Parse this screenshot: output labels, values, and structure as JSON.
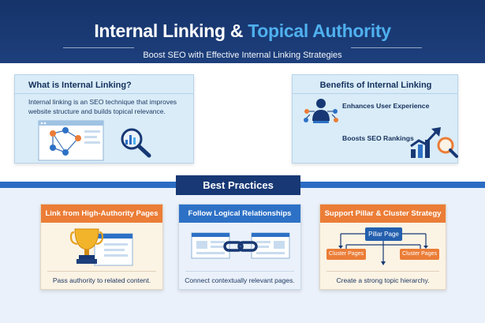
{
  "header": {
    "title_main": "Internal Linking & ",
    "title_accent": "Topical Authority",
    "subtitle": "Boost SEO with Effective Internal Linking Strategies"
  },
  "what_is": {
    "heading": "What is Internal Linking?",
    "description": "Internal linking is an SEO technique that improves website structure and builds topical relevance."
  },
  "benefits": {
    "heading": "Benefits of Internal Linking",
    "items": [
      {
        "label": "Enhances User Experience",
        "icon": "users-network-icon"
      },
      {
        "label": "Boosts SEO Rankings",
        "icon": "growth-chart-icon"
      }
    ]
  },
  "best_practices": {
    "heading": "Best Practices",
    "cards": [
      {
        "title": "Link from High-Authority Pages",
        "caption": "Pass authority to related content.",
        "icon": "trophy-icon"
      },
      {
        "title": "Follow Logical Relationships",
        "caption": "Connect contextually relevant pages.",
        "icon": "link-chain-icon"
      },
      {
        "title": "Support Pillar & Cluster Strategy",
        "caption": "Create a strong topic hierarchy.",
        "pillar_label": "Pillar Page",
        "cluster_labels": [
          "Cluster Pages",
          "Cluster Pages"
        ]
      }
    ]
  },
  "colors": {
    "navy": "#16336a",
    "accent_blue": "#4fb0ee",
    "orange": "#eb7d37",
    "blue": "#2d71c6"
  }
}
